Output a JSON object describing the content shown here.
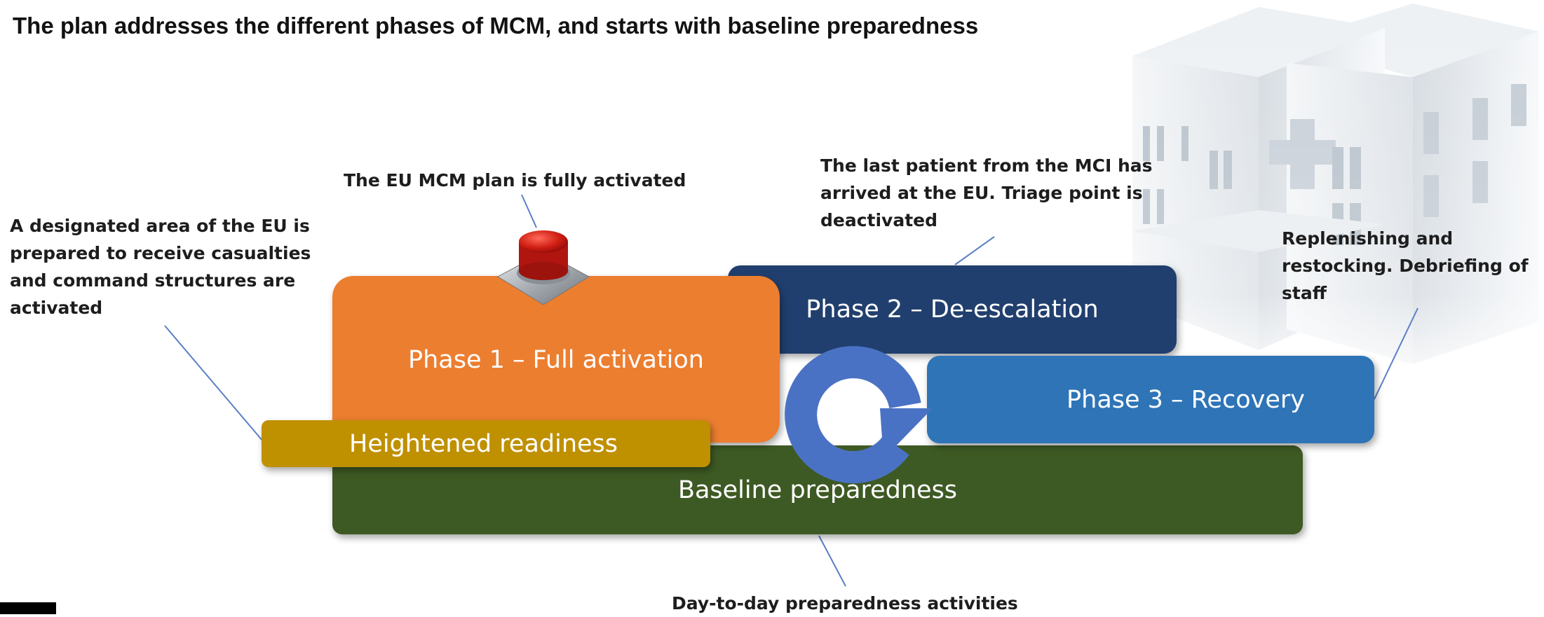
{
  "title": "The plan addresses the different phases of MCM, and starts with baseline preparedness",
  "phases": {
    "phase1": "Phase 1 – Full activation",
    "phase2": "Phase 2 – De-escalation",
    "phase3": "Phase 3 – Recovery",
    "heightened": "Heightened readiness",
    "baseline": "Baseline preparedness"
  },
  "notes": {
    "activated": "The EU MCM plan is fully activated",
    "designated": [
      "A designated area of the EU is",
      "prepared to receive casualties",
      "and command structures are",
      "activated"
    ],
    "last_patient": [
      "The last patient from the MCI has",
      "arrived at the EU. Triage point is",
      "deactivated"
    ],
    "replenishing": [
      "Replenishing and",
      "restocking. Debriefing of",
      "staff"
    ],
    "day_to_day": "Day-to-day preparedness activities"
  },
  "colors": {
    "phase1": "#ec7e30",
    "phase2": "#213f6e",
    "phase3": "#2e74b7",
    "heightened": "#bf9000",
    "baseline": "#3e5a24",
    "cycle_arrow": "#4a72c4",
    "connector_line": "#5b7fc4"
  },
  "icons": [
    "red-emergency-button-icon",
    "hospital-building-icon",
    "cycle-arrow-icon"
  ]
}
